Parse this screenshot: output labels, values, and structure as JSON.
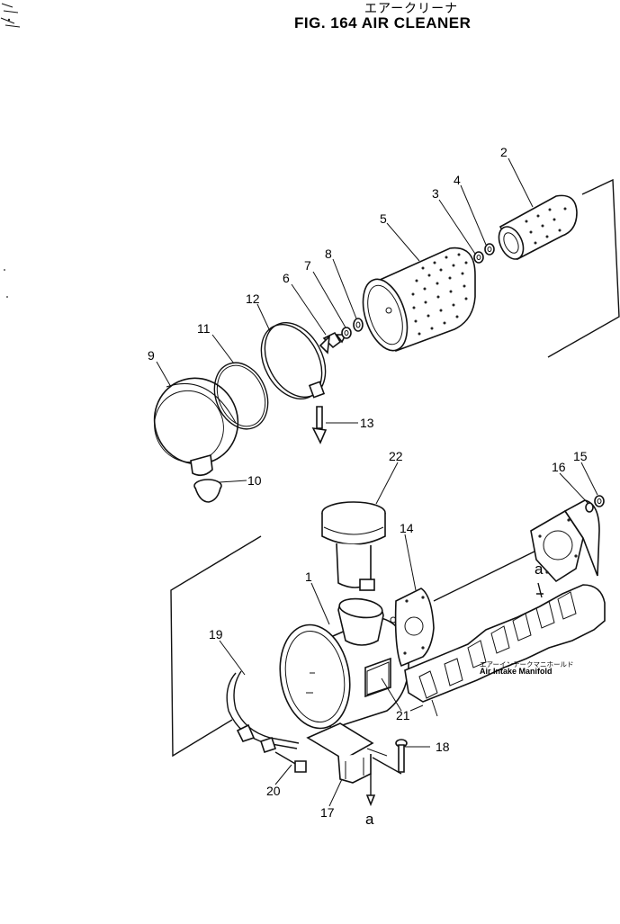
{
  "header": {
    "title_jp": "エアークリーナ",
    "title_en": "FIG. 164  AIR CLEANER"
  },
  "callouts": [
    {
      "id": "c1",
      "label": "1"
    },
    {
      "id": "c2",
      "label": "2"
    },
    {
      "id": "c3",
      "label": "3"
    },
    {
      "id": "c4",
      "label": "4"
    },
    {
      "id": "c5",
      "label": "5"
    },
    {
      "id": "c6",
      "label": "6"
    },
    {
      "id": "c7",
      "label": "7"
    },
    {
      "id": "c8",
      "label": "8"
    },
    {
      "id": "c9",
      "label": "9"
    },
    {
      "id": "c10",
      "label": "10"
    },
    {
      "id": "c11",
      "label": "11"
    },
    {
      "id": "c12",
      "label": "12"
    },
    {
      "id": "c13",
      "label": "13"
    },
    {
      "id": "c14",
      "label": "14"
    },
    {
      "id": "c15",
      "label": "15"
    },
    {
      "id": "c16",
      "label": "16"
    },
    {
      "id": "c17",
      "label": "17"
    },
    {
      "id": "c18",
      "label": "18"
    },
    {
      "id": "c19",
      "label": "19"
    },
    {
      "id": "c20",
      "label": "20"
    },
    {
      "id": "c21",
      "label": "21"
    },
    {
      "id": "c22",
      "label": "22"
    }
  ],
  "reference_points": {
    "upper": "a",
    "lower": "a"
  },
  "manifold_label": {
    "jp": "エアーインテークマニホールド",
    "en": "Air Intake Manifold"
  }
}
